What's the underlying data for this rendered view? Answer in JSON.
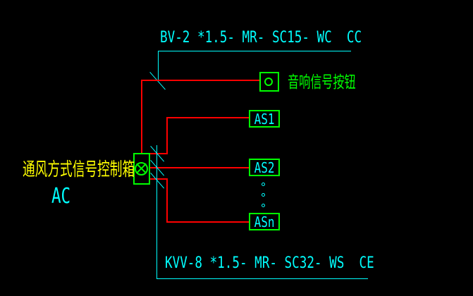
{
  "colors": {
    "background": "#000000",
    "wire": "#ff0000",
    "device_outline": "#00ff00",
    "annotation": "#00ffff",
    "cabinet_label": "#ffff00"
  },
  "cable_labels": {
    "top": {
      "text": "BV-2 *1.5- MR- SC15- WC  CC"
    },
    "bottom": {
      "text": "KVV-8 *1.5- MR- SC32- WS  CE"
    }
  },
  "control_box": {
    "label": "通风方式信号控制箱",
    "code": "AC"
  },
  "devices": {
    "sound_button_label": "音响信号按钮",
    "signal_units": [
      "AS1",
      "AS2",
      "ASn"
    ]
  }
}
